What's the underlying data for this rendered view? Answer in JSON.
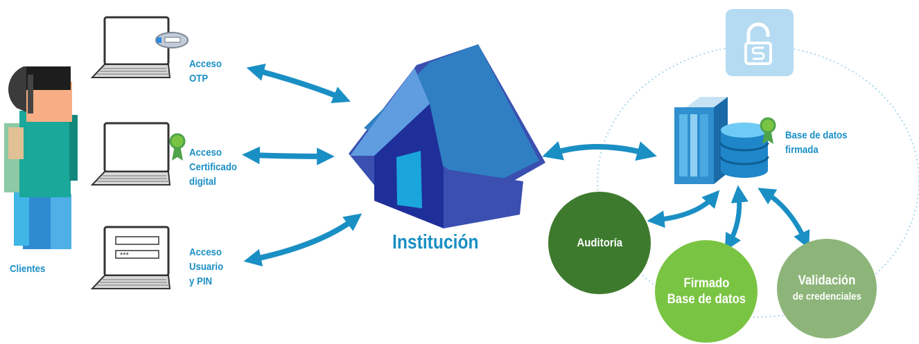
{
  "actor": {
    "label": "Clientes"
  },
  "access_methods": [
    {
      "lines": [
        "Acceso",
        "OTP"
      ]
    },
    {
      "lines": [
        "Acceso",
        "Certificado",
        "digital"
      ]
    },
    {
      "lines": [
        "Acceso",
        "Usuario",
        "y PIN"
      ]
    }
  ],
  "password_field": {
    "masked_value": "***"
  },
  "institution": {
    "label": "Institución"
  },
  "database": {
    "lines": [
      "Base de datos",
      "firmada"
    ]
  },
  "processes": [
    {
      "line1": "Auditoría",
      "line2": ""
    },
    {
      "line1": "Firmado",
      "line2": "Base de datos"
    },
    {
      "line1": "Validación",
      "line2": "de credenciales"
    }
  ],
  "colors": {
    "accent_blue": "#1a8fc4",
    "house_blue": "#2f7fc2",
    "auditoria": "#3e7a2e",
    "firmado": "#7ac443",
    "validacion": "#8db57a",
    "lock_tile": "#b5dbf2"
  }
}
